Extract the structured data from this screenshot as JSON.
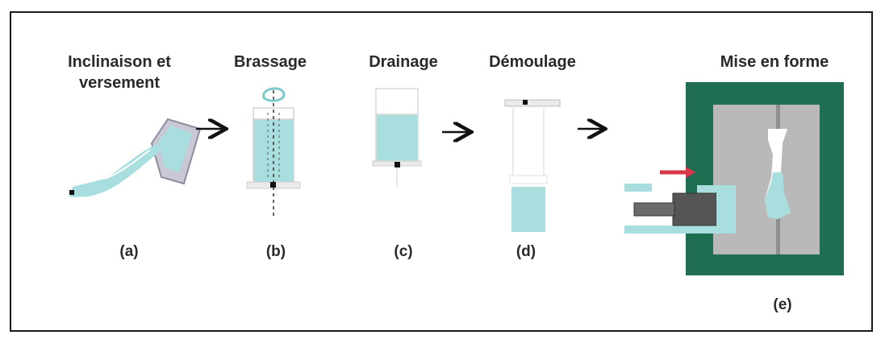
{
  "steps": [
    {
      "title_line1": "Inclinaison et",
      "title_line2": "versement",
      "tag": "(a)"
    },
    {
      "title_line1": "Brassage",
      "tag": "(b)"
    },
    {
      "title_line1": "Drainage",
      "tag": "(c)"
    },
    {
      "title_line1": "Démoulage",
      "tag": "(d)"
    },
    {
      "title_line1": "Mise en forme",
      "tag": "(e)"
    }
  ],
  "colors": {
    "liquid": "#a8dede",
    "mold_outer": "#1f6e52",
    "mold_inner": "#b9b9b9",
    "arrow_red": "#d63a4a",
    "piston": "#555555"
  }
}
